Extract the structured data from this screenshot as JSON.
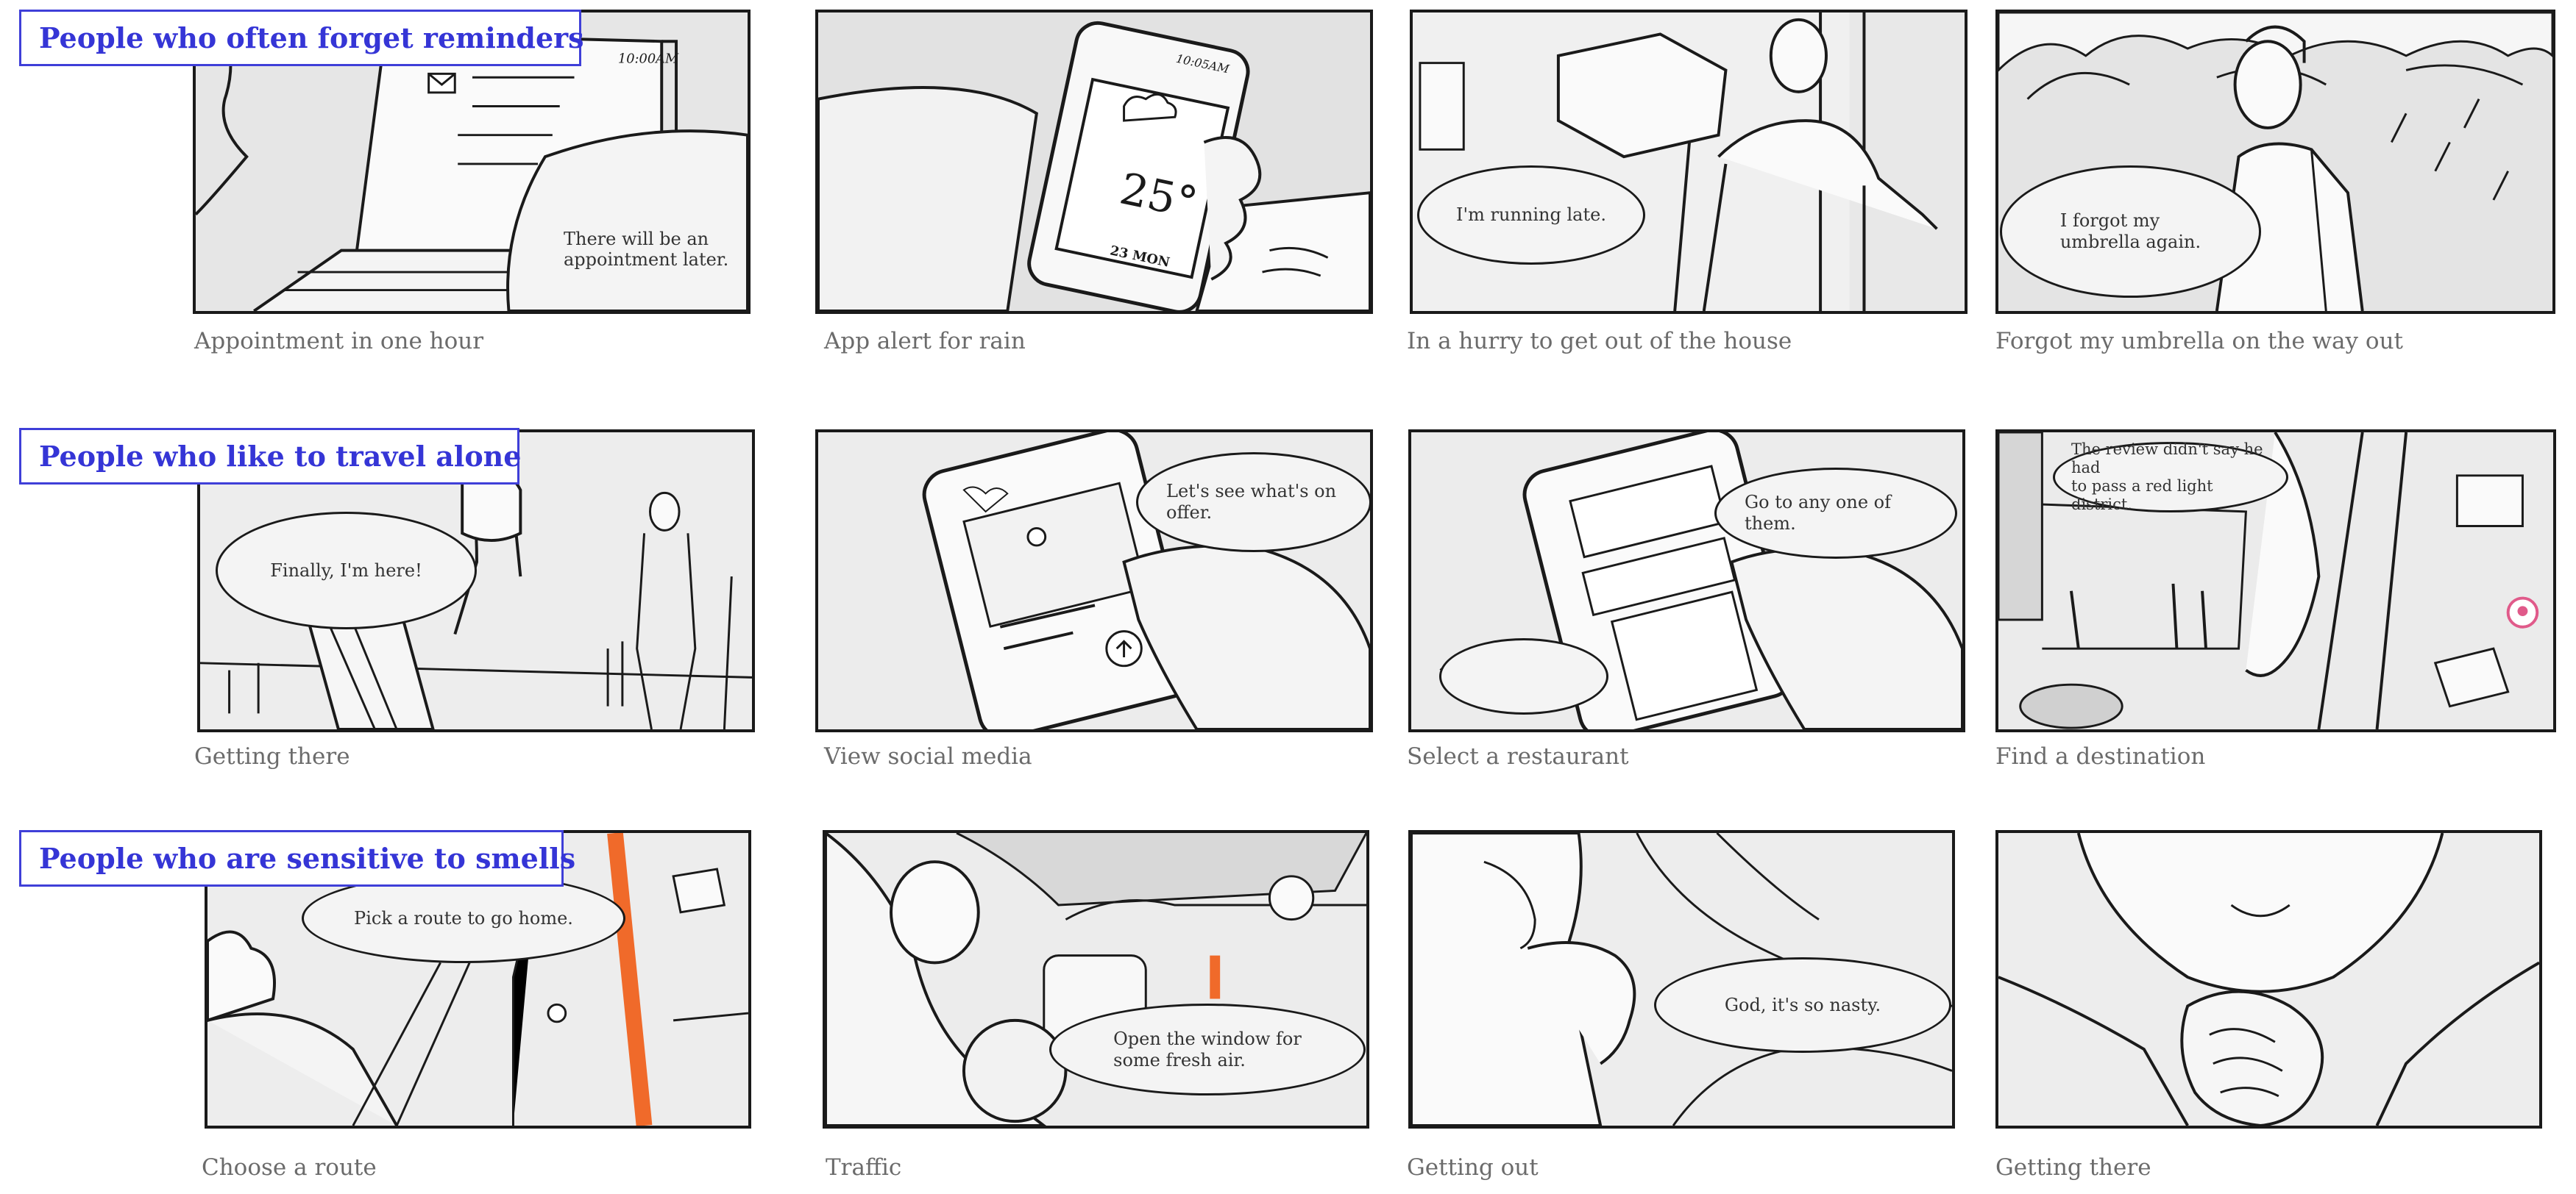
{
  "rows": [
    {
      "label": "People who often forget reminders",
      "panels": [
        {
          "caption": "Appointment in one hour",
          "bubble": "There will be an\nappointment later.",
          "icons": [
            "laptop-icon",
            "email-icon",
            "clock-text"
          ],
          "screen_time": "10:00AM"
        },
        {
          "caption": "App alert for rain",
          "bubble": "",
          "screen_time": "10:05AM",
          "temperature": "25°",
          "date": "23 MON"
        },
        {
          "caption": "In a hurry to get out of the house",
          "bubble": "I'm running late."
        },
        {
          "caption": "Forgot my umbrella on the way out",
          "bubble": "I forgot my\numbrella again."
        }
      ]
    },
    {
      "label": "People who like to travel alone",
      "panels": [
        {
          "caption": "Getting there",
          "bubble": "Finally, I'm here!"
        },
        {
          "caption": "View social media",
          "bubble": "Let's see what's on offer."
        },
        {
          "caption": "Select a restaurant",
          "bubble": "Go to any one of them."
        },
        {
          "caption": "Find a destination",
          "bubble": "The review didn't say he had\nto pass a red light district."
        }
      ]
    },
    {
      "label": "People who are sensitive to smells",
      "panels": [
        {
          "caption": "Choose a route",
          "bubble": "Pick a route to go home."
        },
        {
          "caption": "Traffic",
          "bubble": "Open the window for\nsome fresh air."
        },
        {
          "caption": "Getting out",
          "bubble": "God, it's so nasty."
        },
        {
          "caption": "Getting there",
          "bubble": ""
        }
      ]
    }
  ],
  "colors": {
    "label_blue": "#3535d6",
    "route_orange": "#f06a2a",
    "pin_pink": "#e05a8a",
    "panel_bg": "#ececec",
    "line": "#1a1a1a",
    "caption_gray": "#6b6b6b"
  }
}
